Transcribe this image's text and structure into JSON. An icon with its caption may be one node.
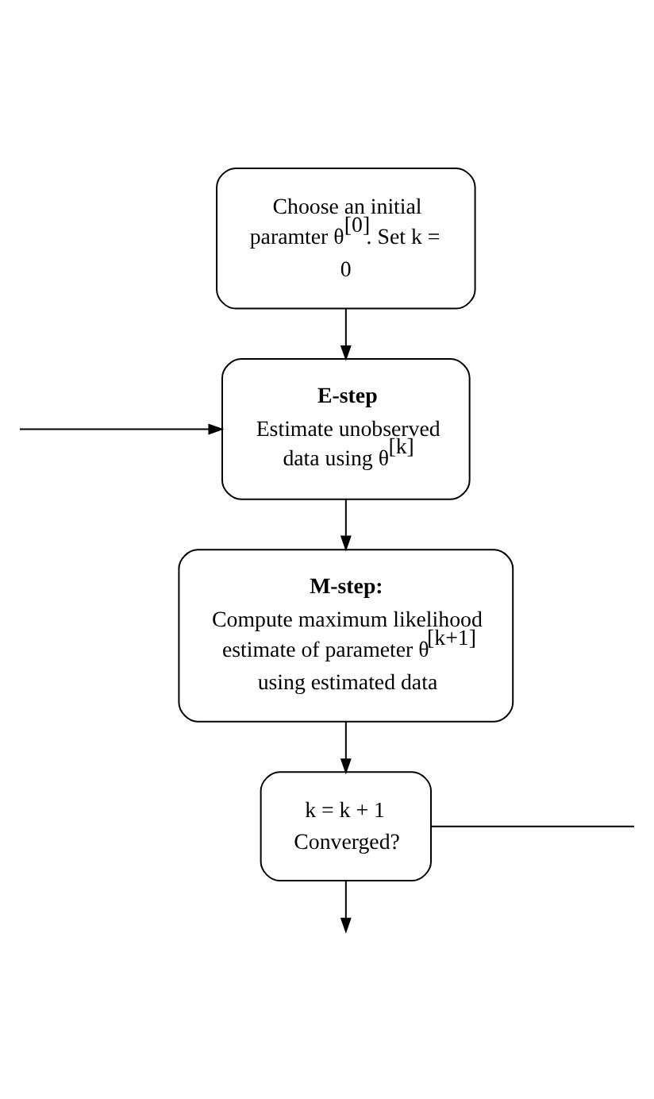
{
  "diagram": {
    "nodes": [
      {
        "text": [
          "Choose an initial paramter θ$^{[0]}$. Set k = 0"
        ]
      },
      {
        "text": [
          "E-step",
          "Estimate unobserved data using θ$^{[k]}$"
        ]
      },
      {
        "text": [
          "M-step:",
          "Compute maximum likelihood estimate of parameter θ$^{[k+1]}$ using estimated data"
        ]
      },
      {
        "text": [
          "k = k + 1",
          "Converged?"
        ]
      }
    ],
    "edges": [
      {
        "from": 0,
        "to": 1,
        "arrow": "to"
      },
      {
        "from": 1,
        "to": 2,
        "arrow": "to"
      },
      {
        "from": 2,
        "to": 3,
        "arrow": "to"
      },
      {
        "from": 3,
        "to": null,
        "arrow": "none"
      },
      {
        "from": 3,
        "to": null,
        "arrow": "to"
      },
      {
        "from": null,
        "to": 1,
        "arrow": "to"
      }
    ]
  }
}
